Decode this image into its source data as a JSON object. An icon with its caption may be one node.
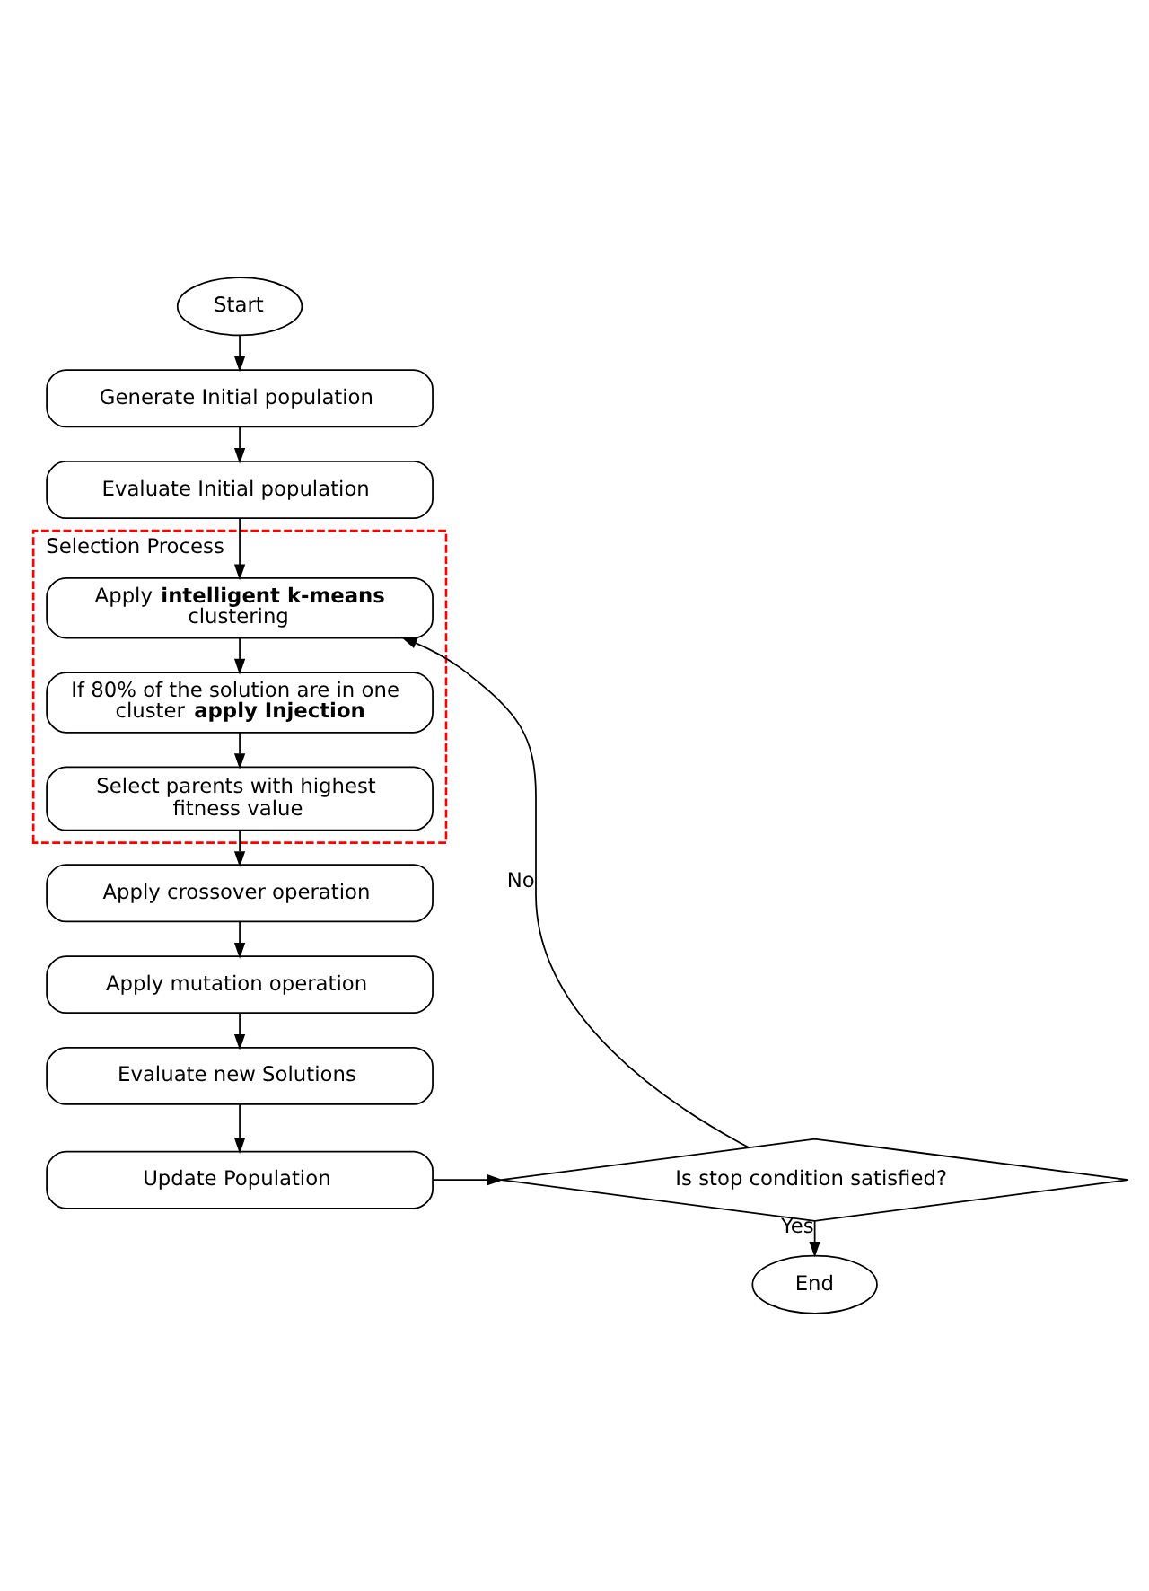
{
  "diagram": {
    "nodes": [
      {
        "text": [
          "Start"
        ]
      },
      {
        "text": [
          "Generate Initial population"
        ]
      },
      {
        "text": [
          "Evaluate Initial population"
        ]
      },
      {
        "text": [
          "Selection Process"
        ]
      },
      {
        "text": [
          "Apply **intelligent k-means** clustering"
        ],
        "in": 3
      },
      {
        "text": [
          "If 80% of the solution are in one cluster **apply Injection**"
        ],
        "in": 3
      },
      {
        "text": [
          "Select parents with highest fitness value"
        ],
        "in": 3
      },
      {
        "text": [
          "Apply crossover operation"
        ]
      },
      {
        "text": [
          "Apply mutation operation"
        ]
      },
      {
        "text": [
          "Evaluate new Solutions"
        ]
      },
      {
        "text": [
          "Update Population"
        ]
      },
      {
        "text": [
          "Is stop condition satisfied?"
        ]
      },
      {
        "text": [
          "End"
        ]
      }
    ],
    "edges": [
      {
        "from": 0,
        "to": 1,
        "arrow": "to"
      },
      {
        "from": 1,
        "to": 2,
        "arrow": "to"
      },
      {
        "from": 2,
        "to": 4,
        "arrow": "to"
      },
      {
        "from": 4,
        "to": 5,
        "arrow": "to"
      },
      {
        "from": 5,
        "to": 6,
        "arrow": "to"
      },
      {
        "from": 6,
        "to": 7,
        "arrow": "to"
      },
      {
        "from": 7,
        "to": 8,
        "arrow": "to"
      },
      {
        "from": 8,
        "to": 9,
        "arrow": "to"
      },
      {
        "from": 9,
        "to": 10,
        "arrow": "to"
      },
      {
        "from": 10,
        "to": 11,
        "arrow": "to"
      },
      {
        "from": 11,
        "to": 12,
        "label": "Yes",
        "arrow": "to"
      },
      {
        "from": 11,
        "to": 4,
        "label": "No",
        "arrow": "to"
      }
    ]
  }
}
